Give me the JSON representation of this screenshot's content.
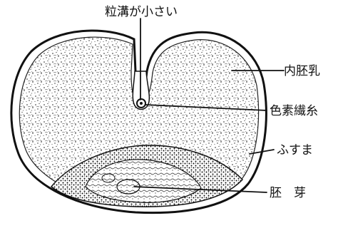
{
  "diagram": {
    "labels": {
      "crease": "粒溝が小さい",
      "endosperm": "内胚乳",
      "pigment_strand": "色素繊糸",
      "bran": "ふすま",
      "germ": "胚　芽"
    }
  }
}
